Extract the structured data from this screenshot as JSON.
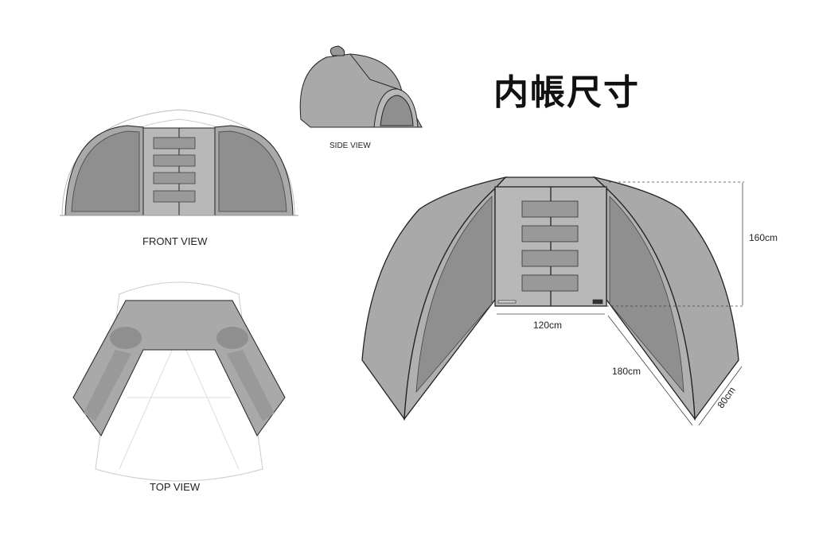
{
  "title": "内帳尺寸",
  "views": {
    "front": "FRONT VIEW",
    "side": "SIDE VIEW",
    "top": "TOP VIEW"
  },
  "dimensions": {
    "height": "160cm",
    "back_width": "120cm",
    "side_length": "180cm",
    "end_width": "80cm"
  },
  "colors": {
    "panel": "#a9a9a9",
    "window": "#8f8f8f",
    "back": "#b8b8b8",
    "line": "#222222"
  }
}
